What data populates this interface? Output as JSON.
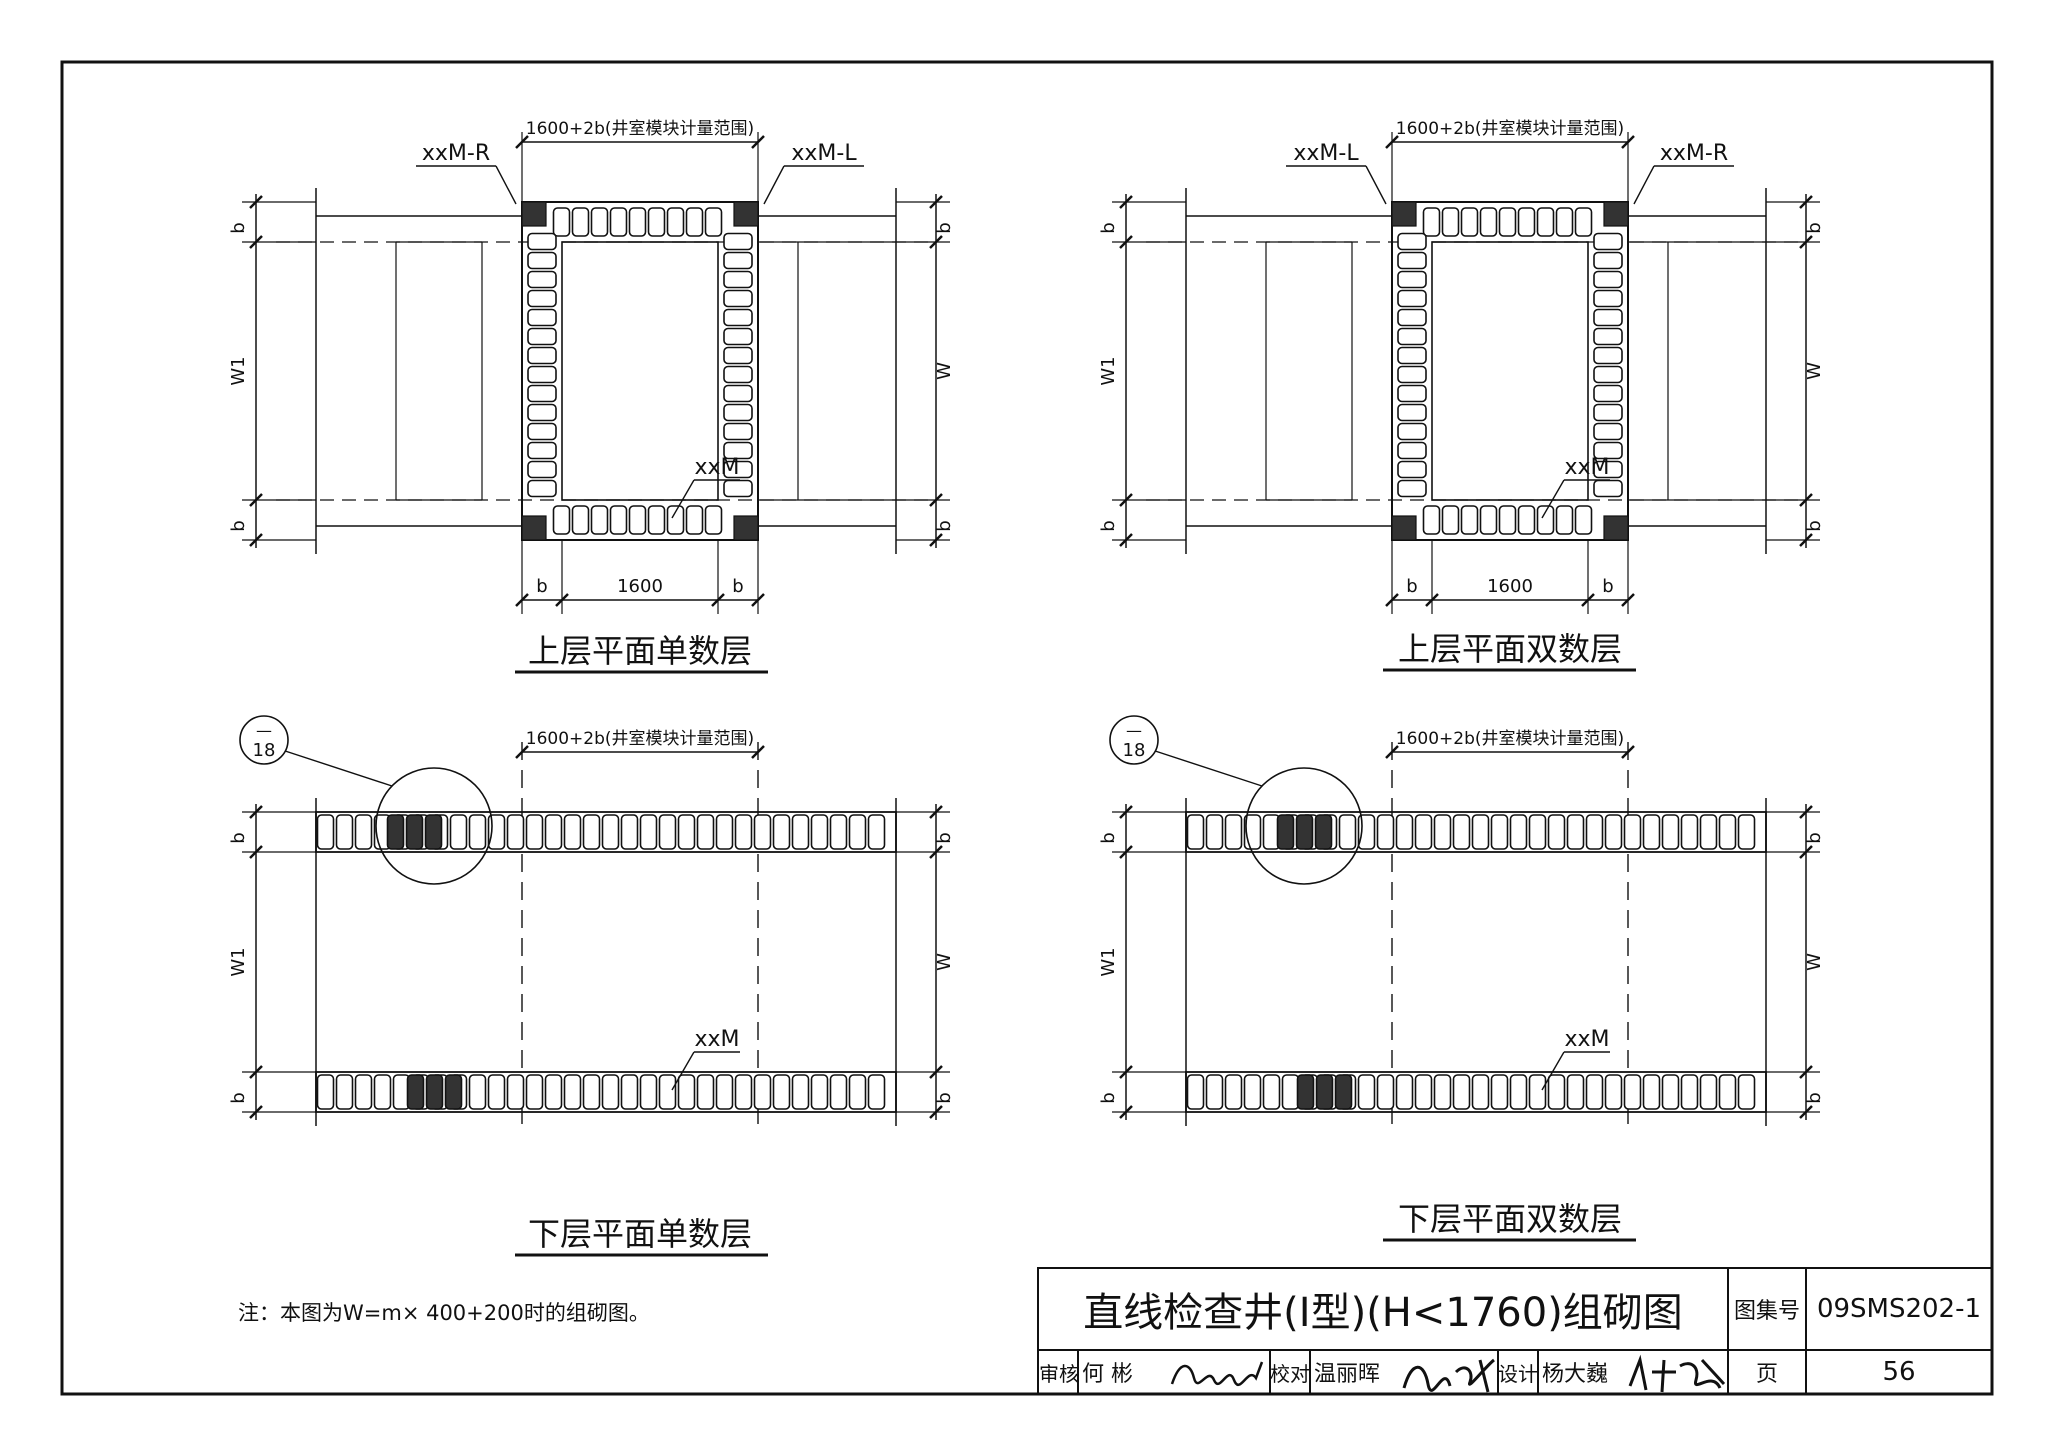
{
  "frame": {
    "note": "注：本图为W=m× 400+200时的组砌图。"
  },
  "views": [
    {
      "title": "上层平面单数层",
      "top_dim": "1600+2b(井室模块计量范围)",
      "label_left": "xxM-R",
      "label_right": "xxM-L",
      "label_mid": "xxM",
      "bottom_dims": [
        "b",
        "1600",
        "b"
      ],
      "side_labels": [
        "b",
        "W1",
        "b"
      ],
      "right_labels": [
        "b",
        "W",
        "b"
      ]
    },
    {
      "title": "上层平面双数层",
      "top_dim": "1600+2b(井室模块计量范围)",
      "label_left": "xxM-L",
      "label_right": "xxM-R",
      "label_mid": "xxM",
      "bottom_dims": [
        "b",
        "1600",
        "b"
      ],
      "side_labels": [
        "b",
        "W1",
        "b"
      ],
      "right_labels": [
        "b",
        "W",
        "b"
      ]
    },
    {
      "title": "下层平面单数层",
      "top_dim": "1600+2b(井室模块计量范围)",
      "label_mid": "xxM",
      "detail_top": "—",
      "detail_bottom": "18",
      "side_labels": [
        "b",
        "W1",
        "b"
      ],
      "right_labels": [
        "b",
        "W",
        "b"
      ]
    },
    {
      "title": "下层平面双数层",
      "top_dim": "1600+2b(井室模块计量范围)",
      "label_mid": "xxM",
      "detail_top": "—",
      "detail_bottom": "18",
      "side_labels": [
        "b",
        "W1",
        "b"
      ],
      "right_labels": [
        "b",
        "W",
        "b"
      ]
    }
  ],
  "title_block": {
    "drawing_title": "直线检查井(I型)(H<1760)组砌图",
    "atlas_label": "图集号",
    "atlas_no": "09SMS202-1",
    "reviewer_label": "审核",
    "reviewer": "何  彬",
    "checker_label": "校对",
    "checker": "温丽晖",
    "designer_label": "设计",
    "designer": "杨大巍",
    "page_label": "页",
    "page_no": "56"
  }
}
